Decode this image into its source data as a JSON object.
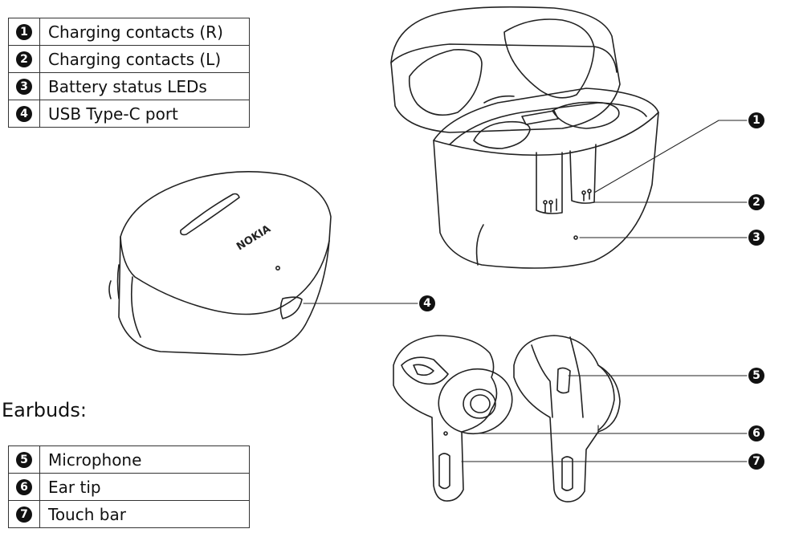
{
  "case_legend": [
    {
      "num": "1",
      "label": "Charging contacts (R)"
    },
    {
      "num": "2",
      "label": "Charging contacts (L)"
    },
    {
      "num": "3",
      "label": "Battery status LEDs"
    },
    {
      "num": "4",
      "label": "USB Type-C port"
    }
  ],
  "earbuds_heading": "Earbuds:",
  "earbud_legend": [
    {
      "num": "5",
      "label": "Microphone"
    },
    {
      "num": "6",
      "label": "Ear tip"
    },
    {
      "num": "7",
      "label": "Touch bar"
    }
  ],
  "brand_logo": "NOKIA",
  "callouts": {
    "c1": "1",
    "c2": "2",
    "c3": "3",
    "c4": "4",
    "c5": "5",
    "c6": "6",
    "c7": "7"
  }
}
